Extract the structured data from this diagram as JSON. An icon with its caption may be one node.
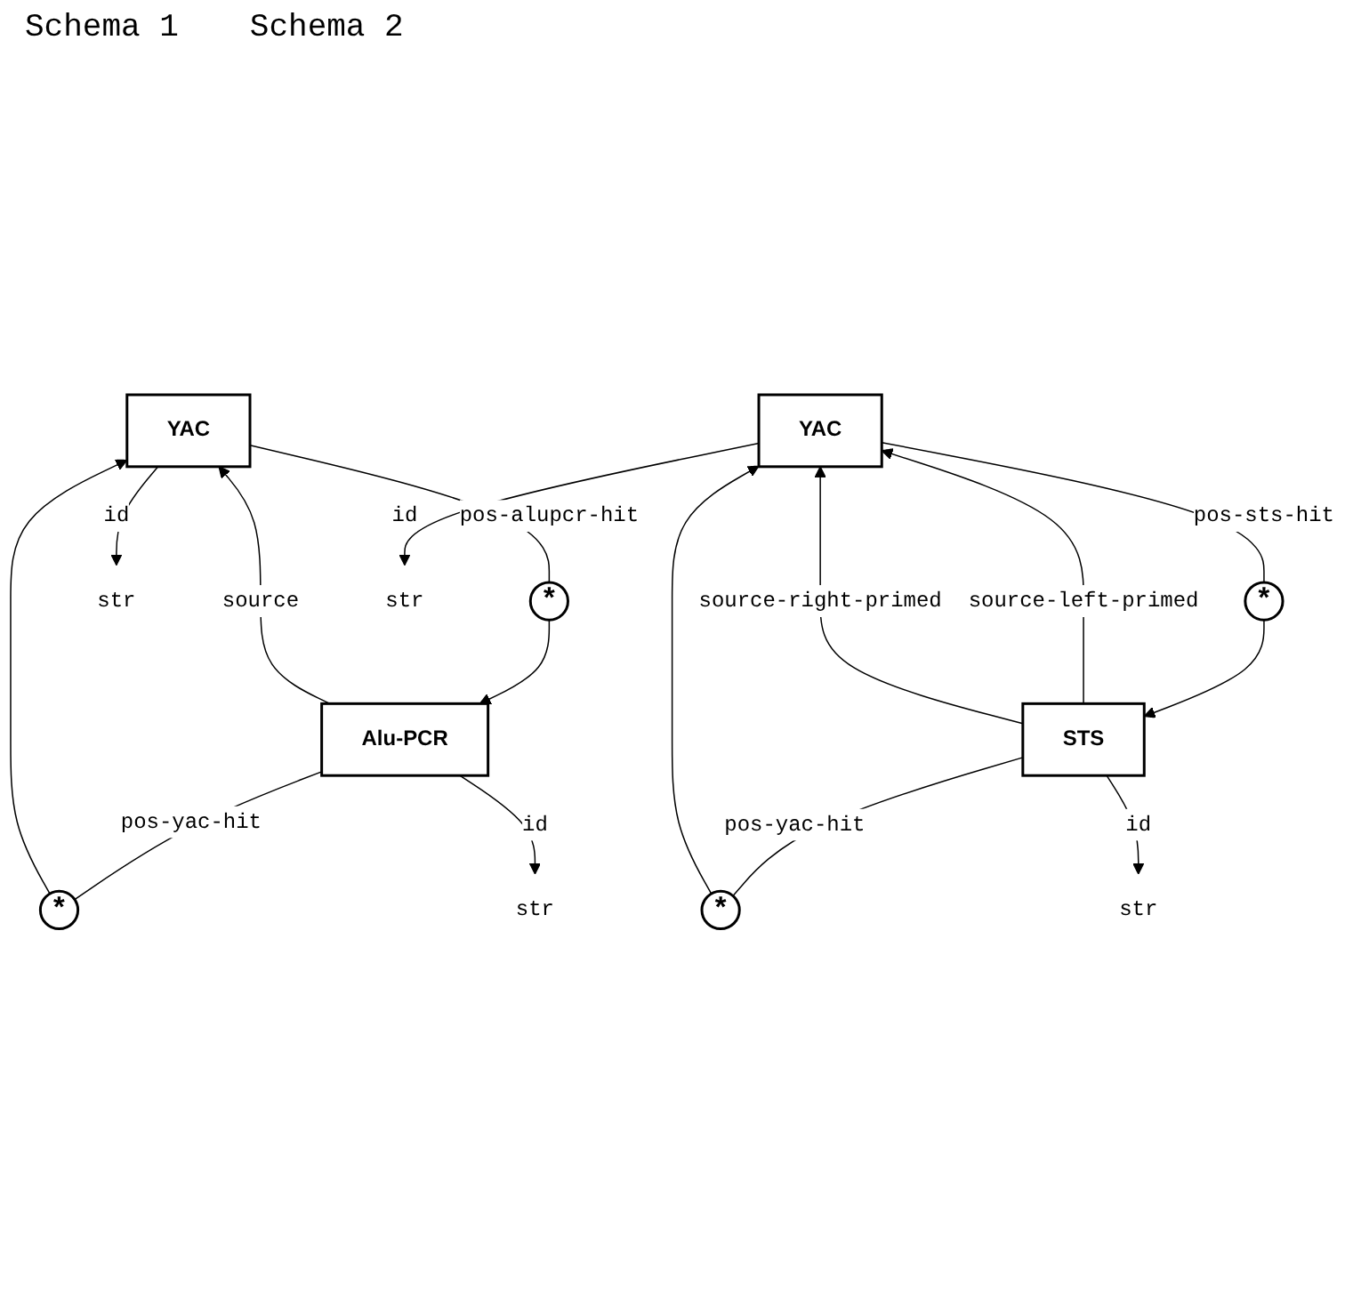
{
  "diagram": {
    "nodes": [
      {
        "text": [
          "YAC"
        ]
      },
      {
        "text": [
          "Alu-PCR"
        ]
      },
      {
        "text": [
          "*"
        ]
      },
      {
        "text": [
          "*"
        ]
      },
      {
        "text": [
          "str"
        ]
      },
      {
        "text": [
          "str"
        ]
      },
      {
        "text": [
          "YAC"
        ]
      },
      {
        "text": [
          "STS"
        ]
      },
      {
        "text": [
          "*"
        ]
      },
      {
        "text": [
          "*"
        ]
      },
      {
        "text": [
          "str"
        ]
      },
      {
        "text": [
          "str"
        ]
      }
    ],
    "edges": [
      {
        "from": 0,
        "to": 2,
        "arrow": "none",
        "label": "pos-alupcr-hit"
      },
      {
        "from": 2,
        "to": 1,
        "arrow": "to"
      },
      {
        "from": 1,
        "to": 3,
        "arrow": "none",
        "label": "pos-yac-hit"
      },
      {
        "from": 3,
        "to": 0,
        "arrow": "to"
      },
      {
        "from": 1,
        "to": 0,
        "arrow": "to",
        "label": "source"
      },
      {
        "from": 0,
        "to": 4,
        "arrow": "to",
        "label": "id"
      },
      {
        "from": 1,
        "to": 5,
        "arrow": "to",
        "label": "id"
      },
      {
        "from": 6,
        "to": 8,
        "arrow": "none",
        "label": "pos-sts-hit"
      },
      {
        "from": 8,
        "to": 7,
        "arrow": "to"
      },
      {
        "from": 7,
        "to": 9,
        "arrow": "none",
        "label": "pos-yac-hit"
      },
      {
        "from": 9,
        "to": 6,
        "arrow": "to"
      },
      {
        "from": 7,
        "to": 6,
        "arrow": "to",
        "label": "source-left-primed"
      },
      {
        "from": 7,
        "to": 6,
        "arrow": "to",
        "label": "source-right-primed"
      },
      {
        "from": 6,
        "to": 10,
        "arrow": "to",
        "label": "id"
      },
      {
        "from": 7,
        "to": 11,
        "arrow": "to",
        "label": "id"
      }
    ],
    "labels": [
      "Schema 1",
      "Schema 2"
    ]
  }
}
